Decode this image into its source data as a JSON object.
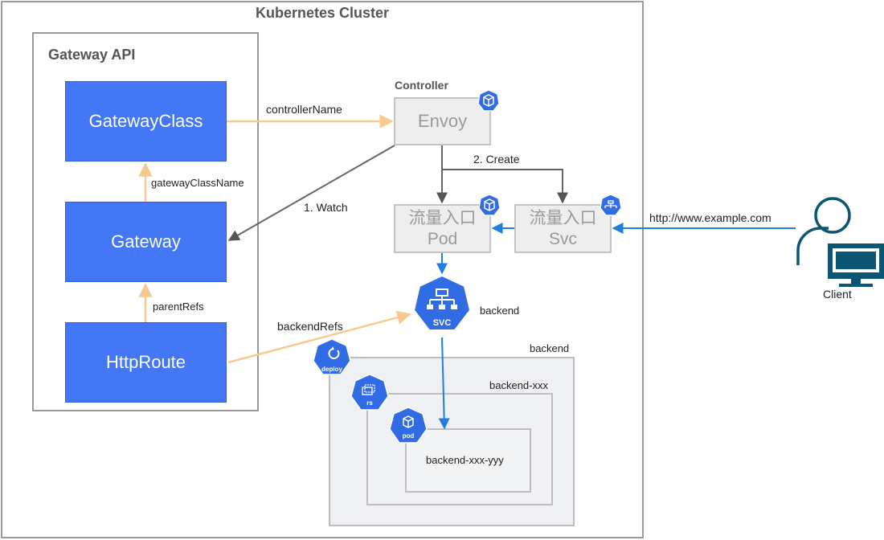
{
  "cluster": {
    "title": "Kubernetes Cluster"
  },
  "gateway_api": {
    "title": "Gateway API",
    "gateway_class": "GatewayClass",
    "gateway": "Gateway",
    "http_route": "HttpRoute",
    "edge_gateway_class_name": "gatewayClassName",
    "edge_parent_refs": "parentRefs"
  },
  "controller": {
    "title": "Controller",
    "envoy": "Envoy"
  },
  "entry": {
    "pod_line1": "流量入口",
    "pod_line2": "Pod",
    "svc_line1": "流量入口",
    "svc_line2": "Svc"
  },
  "edges": {
    "controller_name": "controllerName",
    "create": "2. Create",
    "watch": "1.  Watch",
    "backend_refs": "backendRefs",
    "url": "http://www.example.com"
  },
  "backend": {
    "svc_icon_text": "SVC",
    "svc_label": "backend",
    "deploy_label": "backend",
    "rs_label": "backend-xxx",
    "pod_label": "backend-xxx-yyy",
    "deploy_icon_text": "deploy",
    "rs_icon_text": "rs",
    "pod_icon_text": "pod"
  },
  "client": {
    "label": "Client"
  },
  "colors": {
    "blue_box": "#4477f5",
    "orange_edge": "#f8c98f",
    "gray_edge": "#666666",
    "blue_edge": "#1e7fe0",
    "k8s_icon": "#326ce5",
    "client_icon": "#0d5673"
  }
}
